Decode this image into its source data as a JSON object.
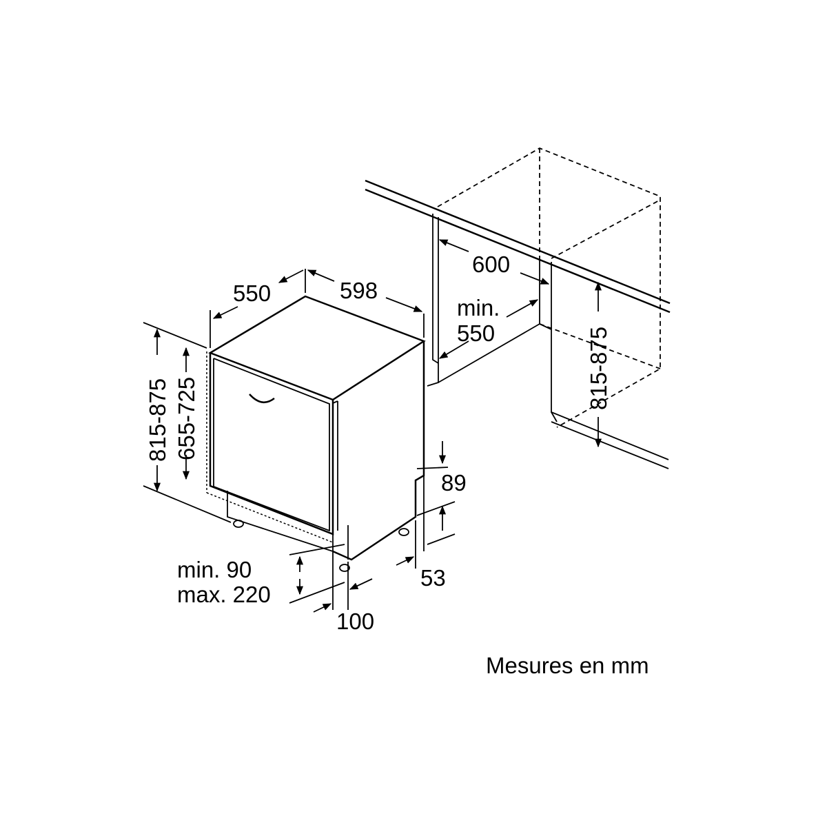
{
  "dimensions": {
    "depth": "550",
    "width": "598",
    "niche_depth": "600",
    "niche_min_label": "min.",
    "niche_min_value": "550",
    "niche_height": "815-875",
    "total_height": "815-875",
    "door_height": "655-725",
    "plinth_height": "89",
    "plinth_depth": "53",
    "plinth_min": "min. 90",
    "plinth_max": "max. 220",
    "foot_offset": "100"
  },
  "footer": {
    "units_note": "Mesures en mm"
  }
}
